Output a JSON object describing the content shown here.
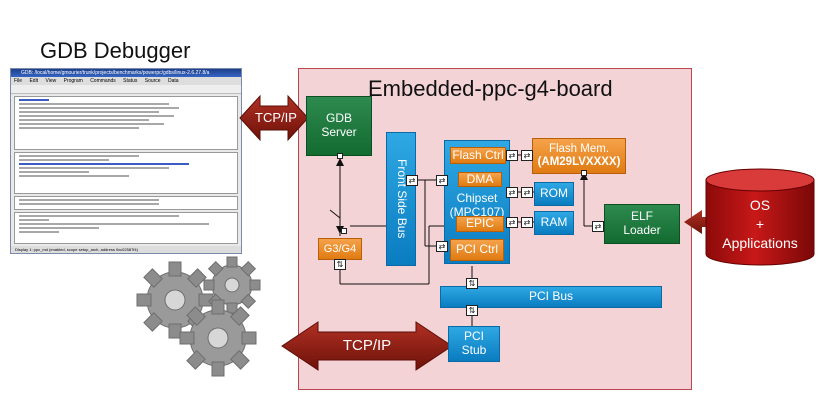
{
  "headings": {
    "gdb_title": "GDB Debugger",
    "board_title": "Embedded-ppc-g4-board"
  },
  "gdb_window": {
    "title_bar": "GDB: /local/home/gmourier/trunk/projects/benchmarks/powerpc/gdbs/linux-2.6.27.8/a",
    "menu": [
      "File",
      "Edit",
      "View",
      "Program",
      "Commands",
      "Status",
      "Source",
      "Data"
    ],
    "status_bar": "Display 1: ppc_md (enabled, scope setup_arch, address 0xc02587f4)"
  },
  "labels": {
    "tcp_ip_top": "TCP/IP",
    "tcp_ip_bottom": "TCP/IP",
    "gdb_server": "GDB Server",
    "front_side_bus": "Front Side Bus",
    "g3_g4": "G3/G4",
    "flash_ctrl": "Flash Ctrl",
    "flash_mem_line1": "Flash Mem.",
    "flash_mem_line2": "(AM29LVXXXX)",
    "dma": "DMA",
    "chipset_line1": "Chipset",
    "chipset_line2": "(MPC107)",
    "epic": "EPIC",
    "rom": "ROM",
    "ram": "RAM",
    "pci_ctrl": "PCI Ctrl",
    "pci_bus": "PCI Bus",
    "pci_stub_line1": "PCI",
    "pci_stub_line2": "Stub",
    "elf_loader_line1": "ELF",
    "elf_loader_line2": "Loader",
    "os_line1": "OS",
    "os_line2": "+",
    "os_line3": "Applications"
  },
  "colors": {
    "green_box": "#136b30",
    "blue_box": "#0a7cc0",
    "orange_box": "#e07b12",
    "arrow_red": "#8a1a12",
    "cylinder_red": "#b10e0e",
    "board_fill": "#f4d3d7",
    "board_border": "#b8474f"
  },
  "icons": [
    "gears-icon",
    "double-arrow-icon",
    "database-cylinder-icon",
    "connector-port-icon"
  ]
}
